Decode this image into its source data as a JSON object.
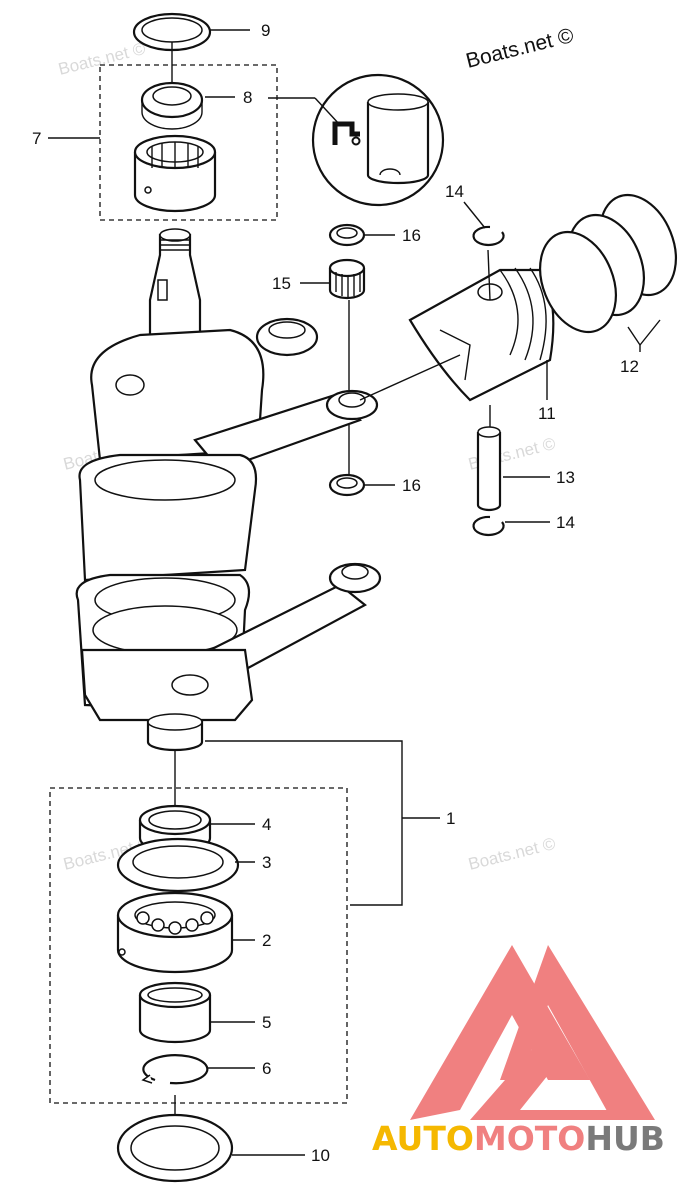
{
  "watermarks": {
    "main": "Boats.net ©",
    "repeat": "Boats.net ©"
  },
  "callouts": [
    {
      "id": "c1",
      "label": "1"
    },
    {
      "id": "c2",
      "label": "2"
    },
    {
      "id": "c3",
      "label": "3"
    },
    {
      "id": "c4",
      "label": "4"
    },
    {
      "id": "c5",
      "label": "5"
    },
    {
      "id": "c6",
      "label": "6"
    },
    {
      "id": "c7",
      "label": "7"
    },
    {
      "id": "c8",
      "label": "8"
    },
    {
      "id": "c9",
      "label": "9"
    },
    {
      "id": "c10",
      "label": "10"
    },
    {
      "id": "c11",
      "label": "11"
    },
    {
      "id": "c12",
      "label": "12"
    },
    {
      "id": "c13",
      "label": "13"
    },
    {
      "id": "c14a",
      "label": "14"
    },
    {
      "id": "c14b",
      "label": "14"
    },
    {
      "id": "c15",
      "label": "15"
    },
    {
      "id": "c16a",
      "label": "16"
    },
    {
      "id": "c16b",
      "label": "16"
    }
  ],
  "logo": {
    "part1": "AUTO",
    "part2": "MOTO",
    "part3": "HUB"
  },
  "colors": {
    "logo_red": "#f08080",
    "logo_orange": "#f5b800",
    "logo_grey": "#7a7a7a",
    "line": "#111111",
    "watermark": "#d9d9d9"
  },
  "icons": {
    "grease_symbol": "grease-apply-icon"
  }
}
